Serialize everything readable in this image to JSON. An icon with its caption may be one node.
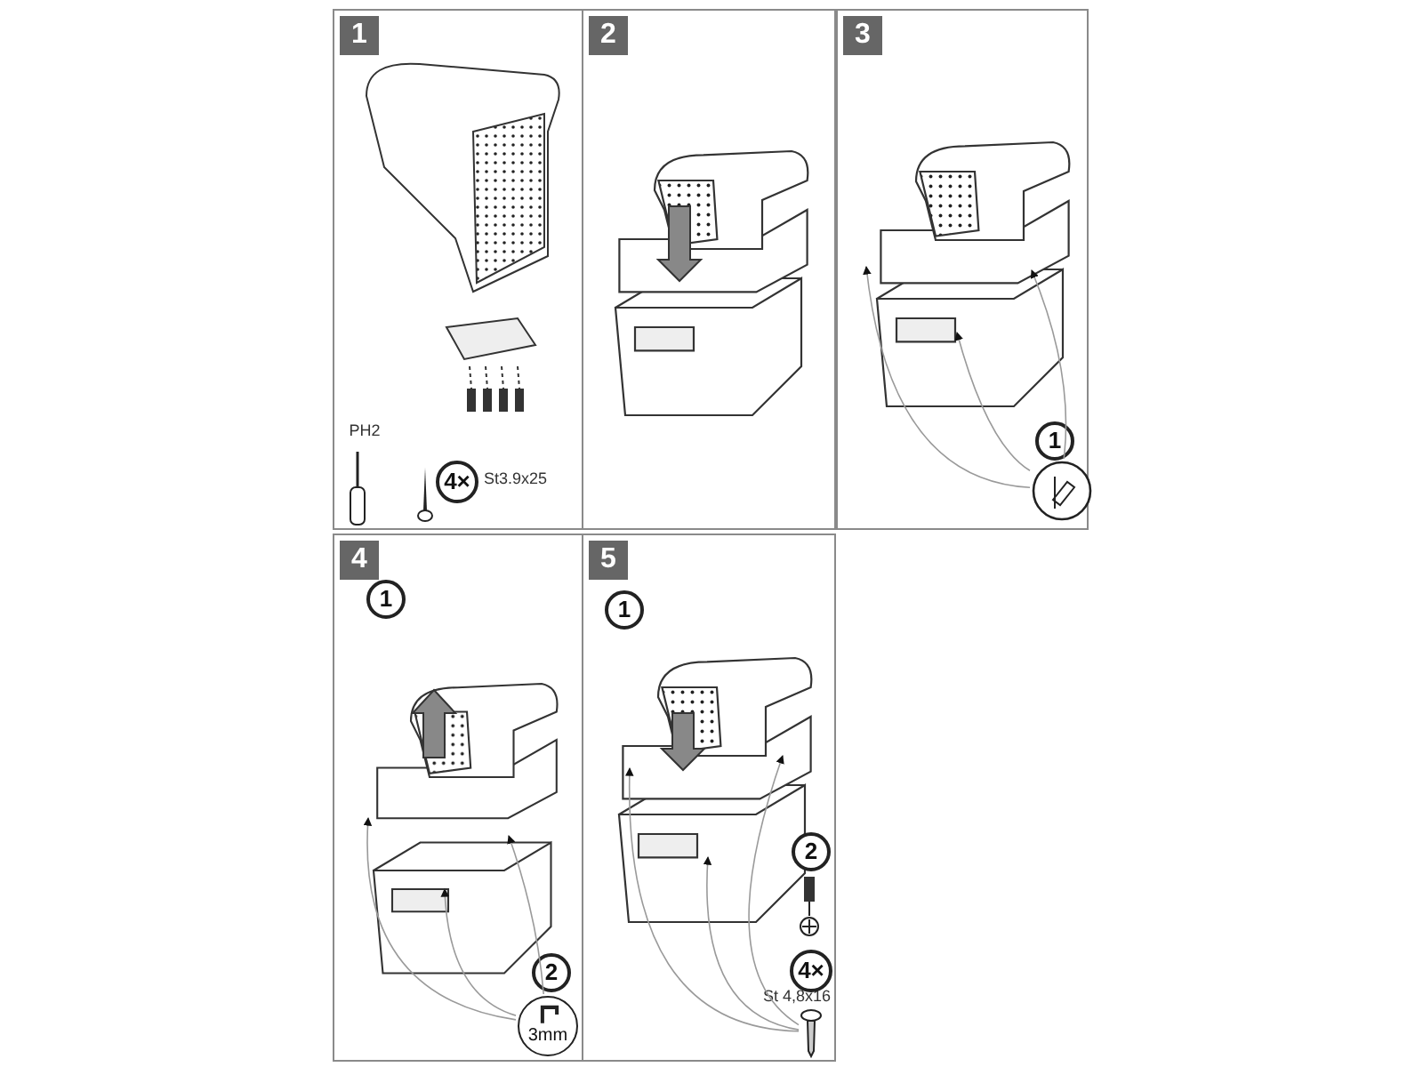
{
  "diagram": {
    "nodes": [
      {
        "text": [
          "1"
        ]
      },
      {
        "text": [
          "4×"
        ],
        "in": 0
      },
      {
        "text": [
          "2"
        ]
      },
      {
        "text": [
          "3"
        ]
      },
      {
        "text": [
          "1"
        ],
        "in": 3
      },
      {
        "text": [],
        "shape": "picture",
        "in": 3
      },
      {
        "text": [
          "4"
        ]
      },
      {
        "text": [
          "1"
        ],
        "in": 6
      },
      {
        "text": [
          "2"
        ],
        "in": 6
      },
      {
        "text": [
          "3mm"
        ],
        "in": 6
      },
      {
        "text": [
          "5"
        ]
      },
      {
        "text": [
          "1"
        ],
        "in": 10
      },
      {
        "text": [
          "2"
        ],
        "in": 10
      },
      {
        "text": [
          "4×"
        ],
        "in": 10
      },
      {
        "text": [],
        "shape": "picture",
        "in": 10
      }
    ],
    "edges": [
      {
        "from": 5,
        "to": null,
        "arrow": "to",
        "color": "#9a9a9a"
      },
      {
        "from": 5,
        "to": null,
        "arrow": "to",
        "color": "#9a9a9a"
      },
      {
        "from": 5,
        "to": null,
        "arrow": "to",
        "color": "#9a9a9a"
      },
      {
        "from": 9,
        "to": null,
        "arrow": "to",
        "color": "#9a9a9a"
      },
      {
        "from": 9,
        "to": null,
        "arrow": "to",
        "color": "#9a9a9a"
      },
      {
        "from": 9,
        "to": null,
        "arrow": "to",
        "color": "#9a9a9a"
      },
      {
        "from": 14,
        "to": null,
        "arrow": "to",
        "color": "#9a9a9a"
      },
      {
        "from": 14,
        "to": null,
        "arrow": "to",
        "color": "#9a9a9a"
      },
      {
        "from": 14,
        "to": null,
        "arrow": "to",
        "color": "#9a9a9a"
      }
    ],
    "labels": [
      "PH2",
      "St3.9x25",
      "St 4,8x16"
    ]
  }
}
